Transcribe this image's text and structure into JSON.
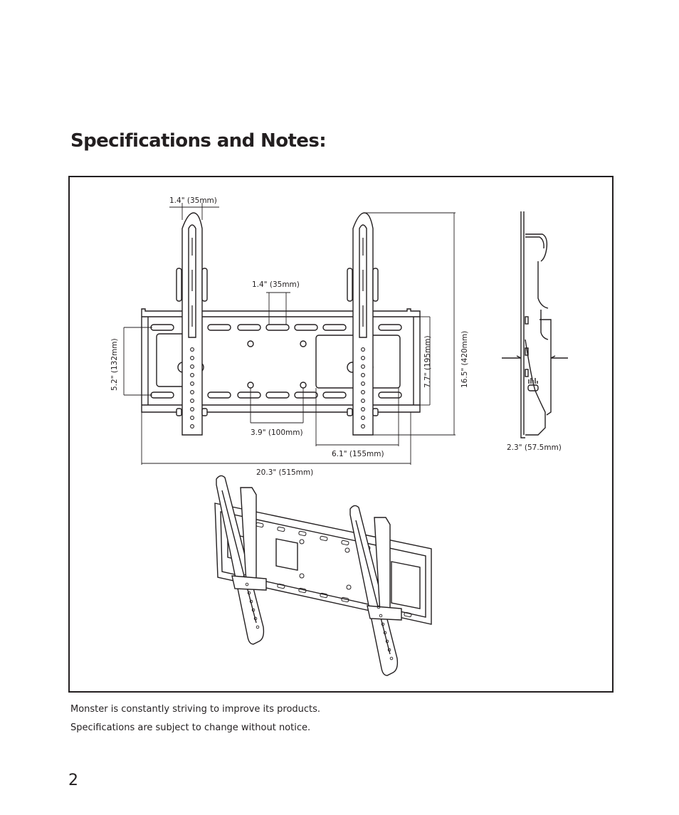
{
  "page": {
    "title": "Specifications and Notes:",
    "page_number": "2"
  },
  "diagram": {
    "dimensions": {
      "arm_width": "1.4\" (35mm)",
      "slot_spacing": "1.4\" (35mm)",
      "plate_height": "5.2\" (132mm)",
      "plate_span": "7.7\" (195mm)",
      "overall_height": "16.5\" (420mm)",
      "hole_spacing": "3.9\" (100mm)",
      "arm_offset": "6.1\" (155mm)",
      "overall_width": "20.3\" (515mm)",
      "depth": "2.3\" (57.5mm)"
    }
  },
  "notes": [
    "Monster is constantly striving to improve its products.",
    "Specifications are subject to change without notice."
  ]
}
